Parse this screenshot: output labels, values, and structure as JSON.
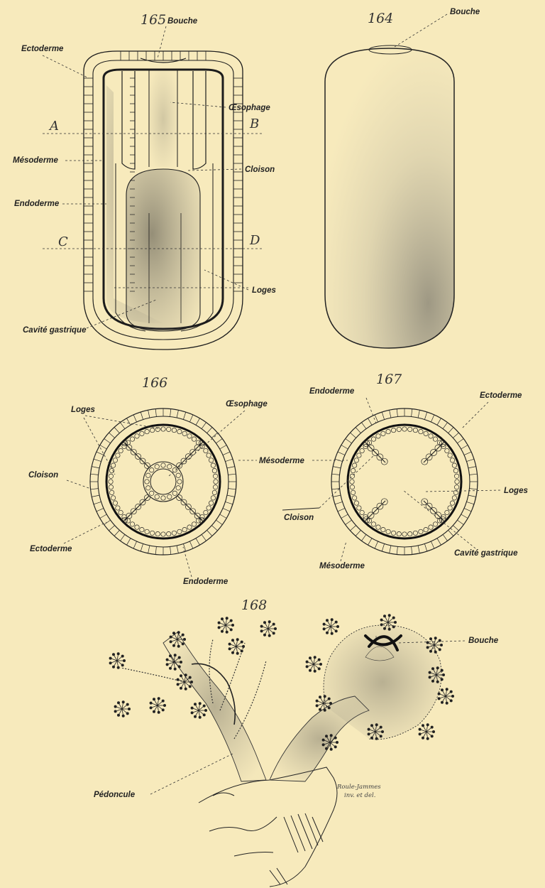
{
  "figures": {
    "f165": {
      "number": "165",
      "labels": {
        "bouche": "Bouche",
        "ectoderme": "Ectoderme",
        "oesophage": "Œsophage",
        "mesoderme": "Mésoderme",
        "cloison": "Cloison",
        "endoderme": "Endoderme",
        "loges": "Loges",
        "cavite": "Cavité gastrique"
      },
      "section_letters": [
        "A",
        "B",
        "C",
        "D"
      ]
    },
    "f164": {
      "number": "164",
      "labels": {
        "bouche": "Bouche"
      }
    },
    "f166": {
      "number": "166",
      "labels": {
        "loges": "Loges",
        "oesophage": "Œsophage",
        "cloison": "Cloison",
        "ectoderme": "Ectoderme",
        "endoderme": "Endoderme"
      }
    },
    "f167": {
      "number": "167",
      "labels": {
        "endoderme": "Endoderme",
        "ectoderme": "Ectoderme",
        "mesoderme": "Mésoderme",
        "loges": "Loges",
        "cloison": "Cloison",
        "cavite": "Cavité gastrique",
        "mesoderme_bottom": "Mésoderme"
      }
    },
    "f168": {
      "number": "168",
      "labels": {
        "bouche": "Bouche",
        "pedoncule": "Pédoncule"
      },
      "signature": [
        "Roule-Jammes",
        "inv. et del."
      ]
    }
  }
}
